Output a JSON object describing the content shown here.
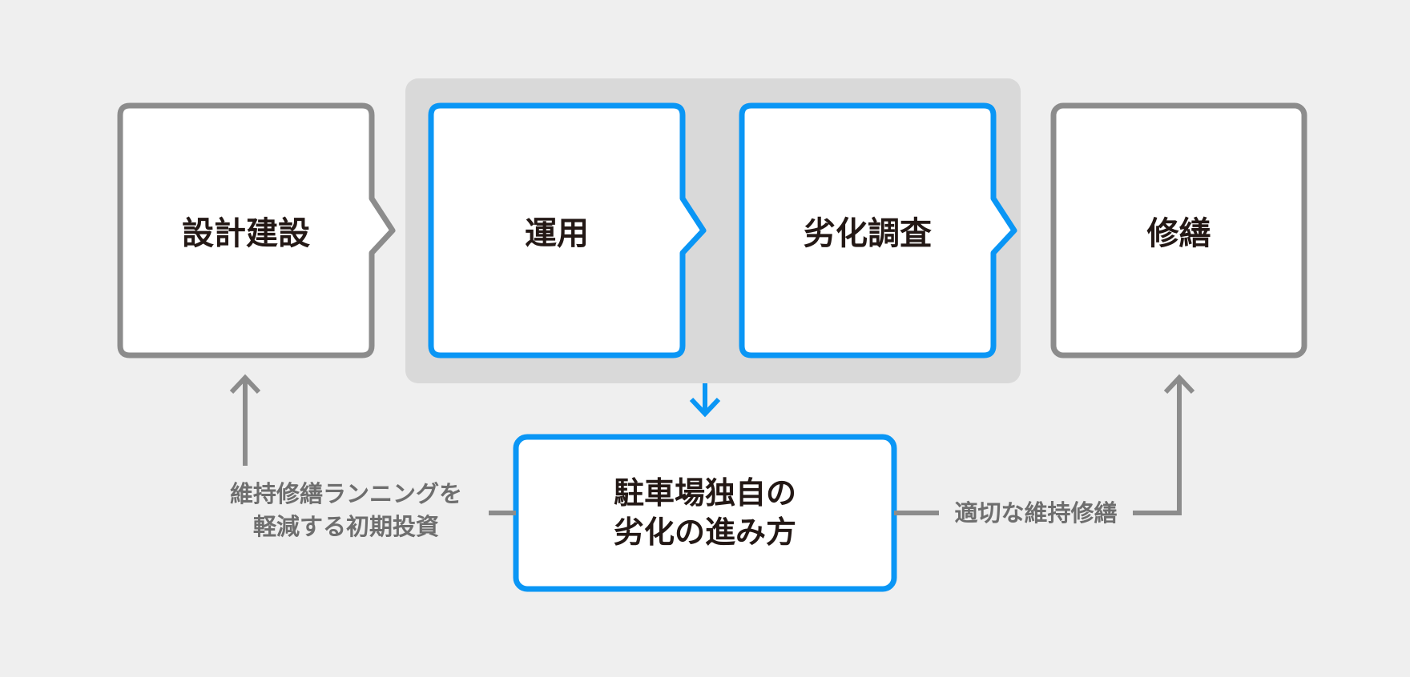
{
  "colors": {
    "background": "#efefef",
    "gray_border": "#8c8c8c",
    "blue_accent": "#0a96f5",
    "group_fill": "#d9d9d9",
    "box_fill": "#ffffff",
    "text_dark": "#231815",
    "text_note": "#6e6e6e"
  },
  "steps": [
    {
      "label": "設計建設"
    },
    {
      "label": "運用"
    },
    {
      "label": "劣化調査"
    },
    {
      "label": "修繕"
    }
  ],
  "result": {
    "label": "駐車場独自の\n劣化の進み方"
  },
  "notes": {
    "left": "維持修繕ランニングを\n軽減する初期投資",
    "right": "適切な維持修繕"
  }
}
